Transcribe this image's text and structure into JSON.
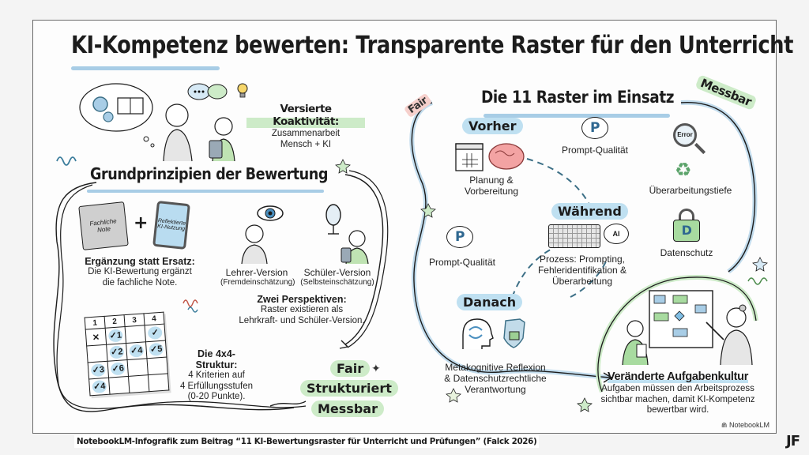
{
  "title": "KI-Kompetenz bewerten: Transparente Raster für den Unterricht",
  "intro": {
    "heading": "Versierte Koaktivität:",
    "line1": "Zusammenarbeit",
    "line2": "Mensch + KI"
  },
  "principles": {
    "heading": "Grundprinzipien der Bewertung",
    "book_label": "Fachliche Note",
    "tablet_label": "Reflektierte KI-Nutzung",
    "supplement": {
      "heading": "Ergänzung statt Ersatz:",
      "line1": "Die KI-Bewertung ergänzt",
      "line2": "die fachliche Note."
    },
    "teacher_version": {
      "label": "Lehrer-Version",
      "sub": "(Fremdeinschätzung)"
    },
    "student_version": {
      "label": "Schüler-Version",
      "sub": "(Selbsteinschätzung)"
    },
    "perspectives": {
      "heading": "Zwei Perspektiven:",
      "line1": "Raster existieren als",
      "line2": "Lehrkraft- und Schüler-Version."
    },
    "structure": {
      "heading": "Die 4x4-Struktur:",
      "line1": "4 Kriterien auf",
      "line2": "4 Erfüllungsstufen",
      "line3": "(0-20 Punkte)."
    },
    "grid": {
      "columns": [
        "1",
        "2",
        "3",
        "4"
      ],
      "rows": [
        [
          "x",
          "1",
          "",
          "check"
        ],
        [
          "",
          "2",
          "4",
          "5"
        ],
        [
          "3",
          "6",
          "",
          ""
        ],
        [
          "4",
          "",
          "",
          ""
        ]
      ]
    },
    "qualities": [
      "Fair",
      "Strukturiert",
      "Messbar"
    ]
  },
  "rasters": {
    "heading": "Die 11 Raster im Einsatz",
    "tag_fair": "Fair",
    "tag_messbar": "Messbar",
    "before": {
      "label": "Vorher",
      "item": "Planung & Vorbereitung"
    },
    "prompt_top": "Prompt-Qualität",
    "prompt_left": "Prompt-Qualität",
    "error_badge": "Error",
    "revision_depth": "Überarbeitungstiefe",
    "privacy": "Datenschutz",
    "privacy_badge": "D",
    "during": {
      "label": "Während",
      "line1": "Prozess: Prompting,",
      "line2": "Fehleridentifikation &",
      "line3": "Überarbeitung",
      "ai_badge": "AI"
    },
    "after": {
      "label": "Danach",
      "line1": "Metakognitive Reflexion",
      "line2": "& Datenschutzrechtliche",
      "line3": "Verantwortung"
    },
    "prompt_badge": "P"
  },
  "task_culture": {
    "heading": "Veränderte Aufgabenkultur",
    "line1": "Aufgaben müssen den Arbeitsprozess",
    "line2": "sichtbar machen, damit KI-Kompetenz",
    "line3": "bewertbar wird."
  },
  "watermark": "NotebookLM",
  "caption": "NotebookLM-Infografik zum Beitrag “11 KI-Bewertungsraster für Unterricht und Prüfungen” (Falck 2026)",
  "logo": "JF",
  "colors": {
    "accent_blue": "#a8cde6",
    "accent_green": "#cdebc8",
    "accent_red": "#f6d0cc",
    "ink": "#1c1c1c"
  }
}
